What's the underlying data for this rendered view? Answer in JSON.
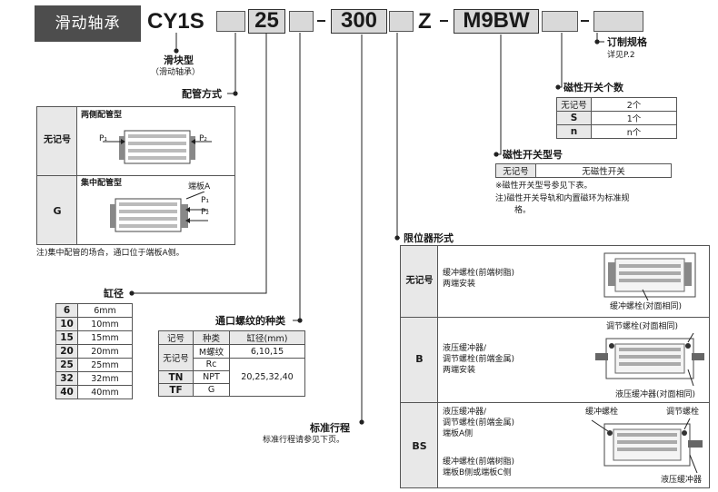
{
  "header": {
    "title": "滑动轴承",
    "prefix": "CY1S",
    "bore_code": "25",
    "stroke_code": "300",
    "letter_z": "Z",
    "switch_code": "M9BW"
  },
  "labels": {
    "slider_type": "滑块型",
    "slider_type_sub": "（滑动轴承）",
    "order_spec": "订制规格",
    "order_spec_ref": "详见P.2"
  },
  "piping": {
    "title": "配管方式",
    "rows": [
      {
        "code": "无记号",
        "name": "两侧配管型",
        "p1": "P₁",
        "p2": "P₂"
      },
      {
        "code": "G",
        "name": "集中配管型",
        "end_plate": "端板A",
        "p1": "P₁",
        "p2": "P₂"
      }
    ],
    "note": "注)集中配管的场合，通口位于端板A侧。"
  },
  "bore": {
    "title": "缸径",
    "rows": [
      {
        "code": "6",
        "size": "6mm"
      },
      {
        "code": "10",
        "size": "10mm"
      },
      {
        "code": "15",
        "size": "15mm"
      },
      {
        "code": "20",
        "size": "20mm"
      },
      {
        "code": "25",
        "size": "25mm"
      },
      {
        "code": "32",
        "size": "32mm"
      },
      {
        "code": "40",
        "size": "40mm"
      }
    ]
  },
  "port_thread": {
    "title": "通口螺纹的种类",
    "headers": [
      "记号",
      "种类",
      "缸径(mm)"
    ],
    "r1": {
      "code": "无记号",
      "type_a": "M螺纹",
      "bore_a": "6,10,15",
      "type_b": "Rc"
    },
    "r2": {
      "code": "TN",
      "type": "NPT",
      "bore": "20,25,32,40"
    },
    "r3": {
      "code": "TF",
      "type": "G"
    }
  },
  "stroke": {
    "title": "标准行程",
    "desc": "标准行程请参见下页。"
  },
  "switch_count": {
    "title": "磁性开关个数",
    "rows": [
      {
        "code": "无记号",
        "count": "2个"
      },
      {
        "code": "S",
        "count": "1个"
      },
      {
        "code": "n",
        "count": "n个"
      }
    ]
  },
  "switch_type": {
    "title": "磁性开关型号",
    "code": "无记号",
    "value": "无磁性开关",
    "note1": "※磁性开关型号参见下表。",
    "note2a": "注)磁性开关导轨和内置磁环为标准规",
    "note2b": "格。"
  },
  "stopper": {
    "title": "限位器形式",
    "rows": [
      {
        "code": "无记号",
        "lines": [
          "缓冲螺栓(前端树脂)",
          "两端安装"
        ],
        "cap1": "缓冲螺栓(对面相同)"
      },
      {
        "code": "B",
        "lines": [
          "液压缓冲器/",
          "调节螺栓(前端金属)",
          "两端安装"
        ],
        "cap1": "调节螺栓(对面相同)",
        "cap2": "液压缓冲器(对面相同)"
      },
      {
        "code": "BS",
        "lines": [
          "液压缓冲器/",
          "调节螺栓(前端金属)",
          "端板A侧",
          "",
          "缓冲螺栓(前端树脂)",
          "端板B侧或端板C侧"
        ],
        "cap1": "缓冲螺栓",
        "cap2": "调节螺栓",
        "cap3": "液压缓冲器"
      }
    ]
  },
  "colors": {
    "title_bg": "#4d4d4d",
    "slot_fill": "#d9d9d9",
    "header_fill": "#e8e8e8"
  }
}
